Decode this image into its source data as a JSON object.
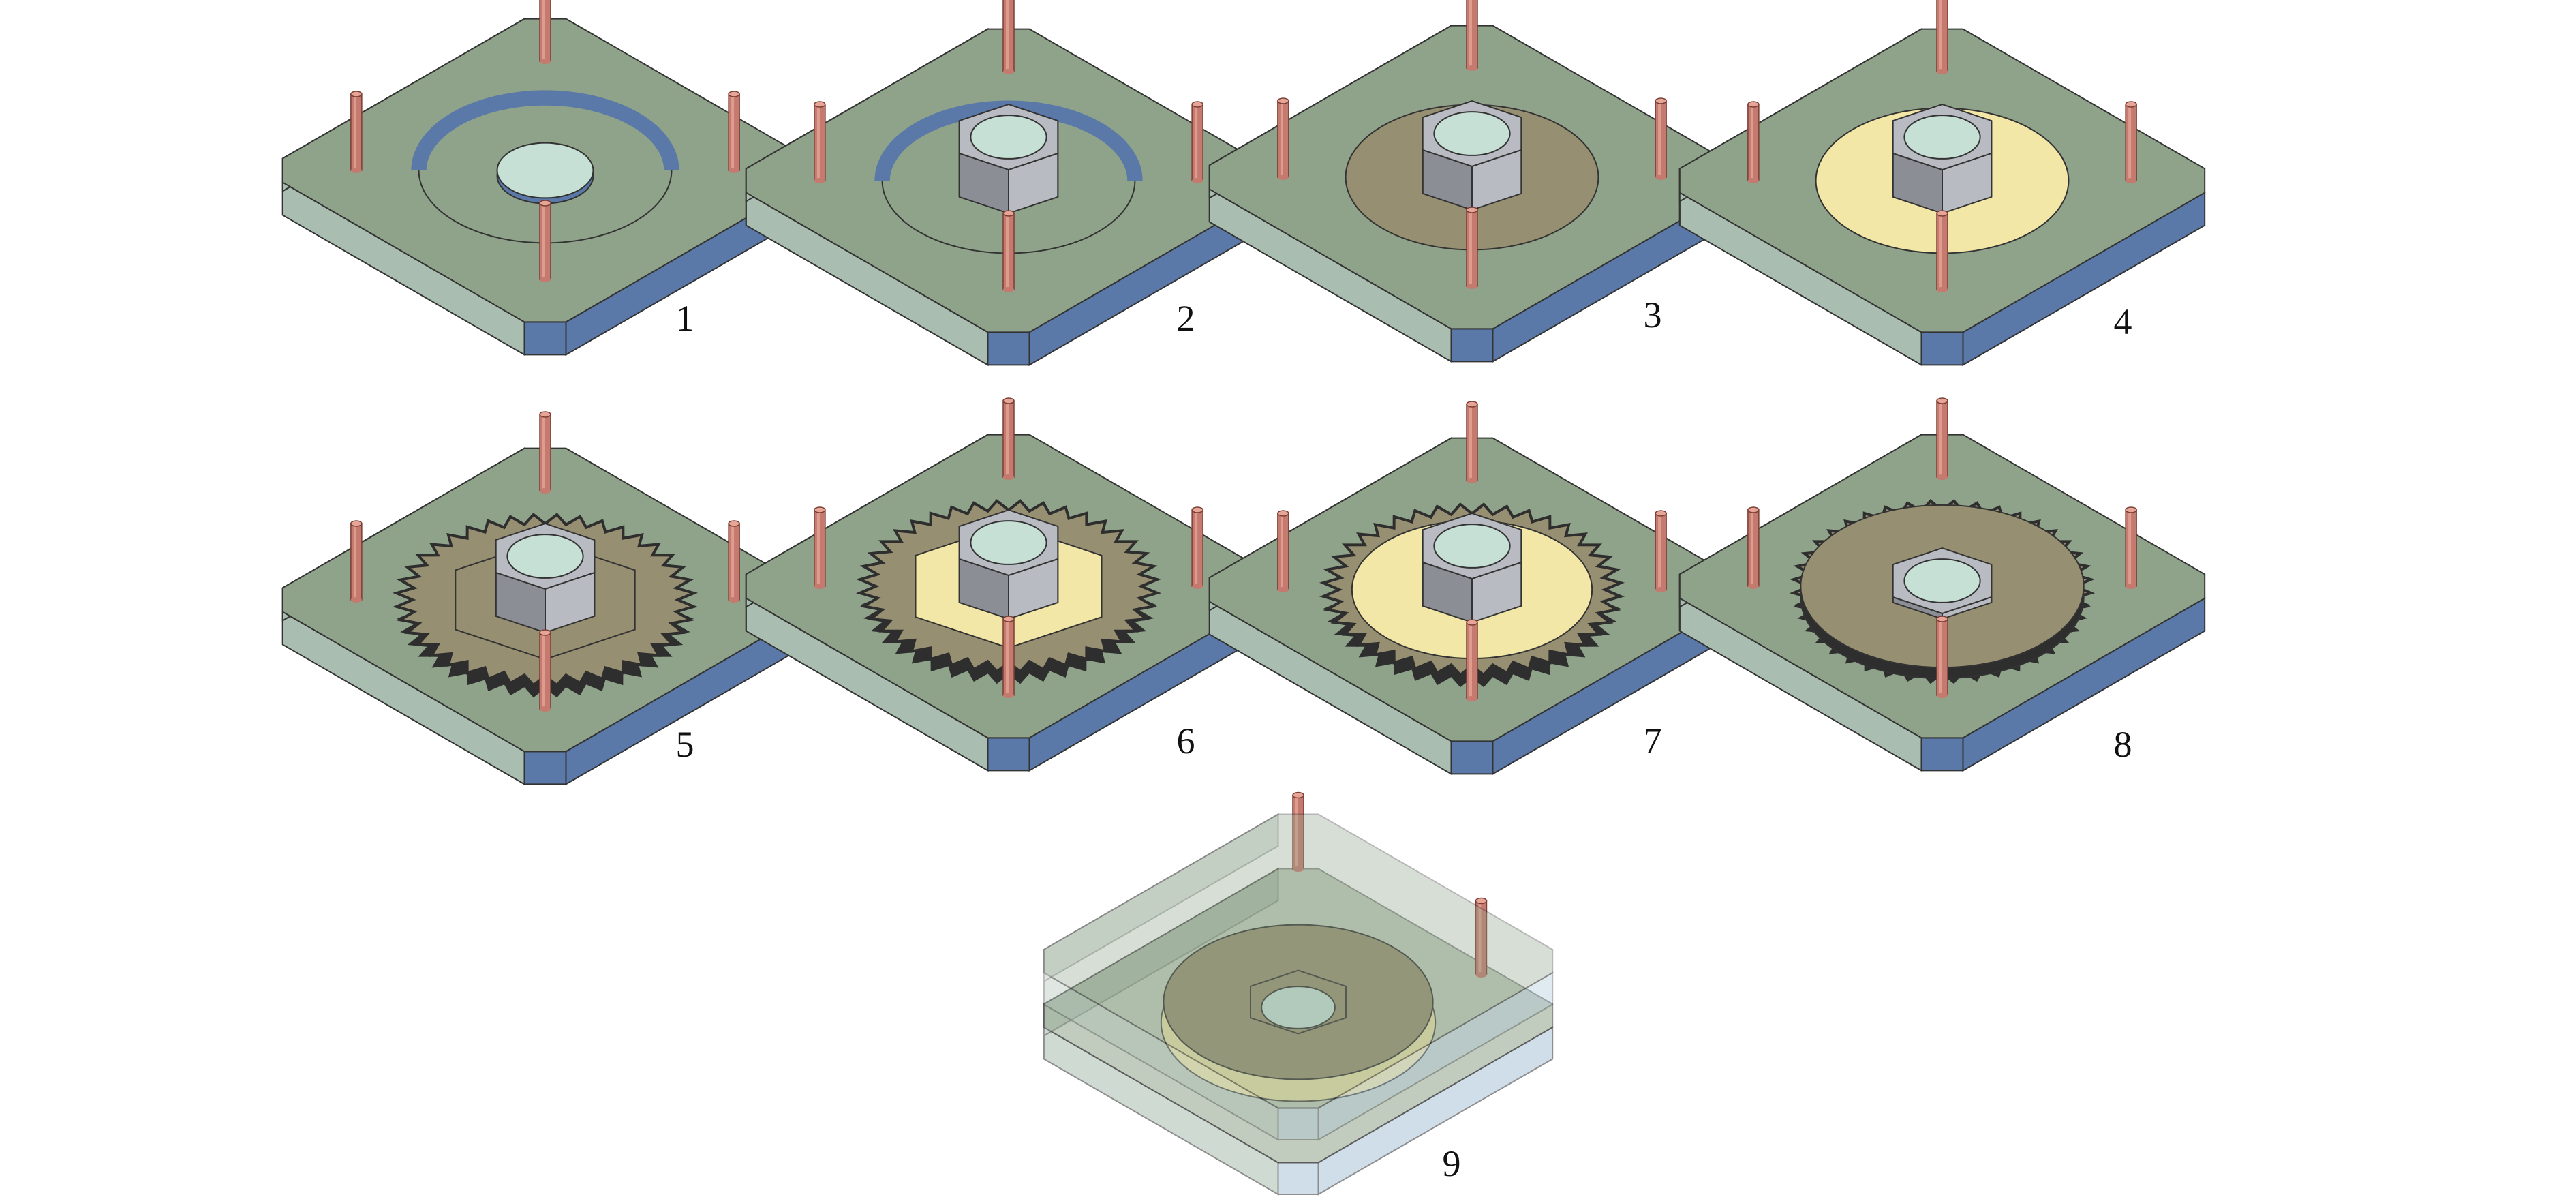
{
  "colors": {
    "plate_top": "#8FA38A",
    "plate_side_dark": "#5A78A8",
    "plate_side_light": "#A9BDB0",
    "pin": "#C47A6E",
    "pin_highlight": "#E6A596",
    "hole": "#C6E0D6",
    "nut": "#8C8E96",
    "nut_light": "#B9BBC3",
    "disc": "#978F71",
    "yellow_layer": "#F2E7A6",
    "gear_teeth": "#2E2E2E",
    "glass": "#A9C4D8",
    "outline": "#333333"
  },
  "steps": [
    {
      "label": "1",
      "state": "plate-with-recess"
    },
    {
      "label": "2",
      "state": "hex-insert-placed"
    },
    {
      "label": "3",
      "state": "disc-layer-filled"
    },
    {
      "label": "4",
      "state": "yellow-layer-added"
    },
    {
      "label": "5",
      "state": "gear-ring-added"
    },
    {
      "label": "6",
      "state": "gear-with-yellow-hex-layer"
    },
    {
      "label": "7",
      "state": "gear-with-yellow-disc-layer"
    },
    {
      "label": "8",
      "state": "top-disc-covered"
    },
    {
      "label": "9",
      "state": "assembled-mold-transparent"
    }
  ]
}
